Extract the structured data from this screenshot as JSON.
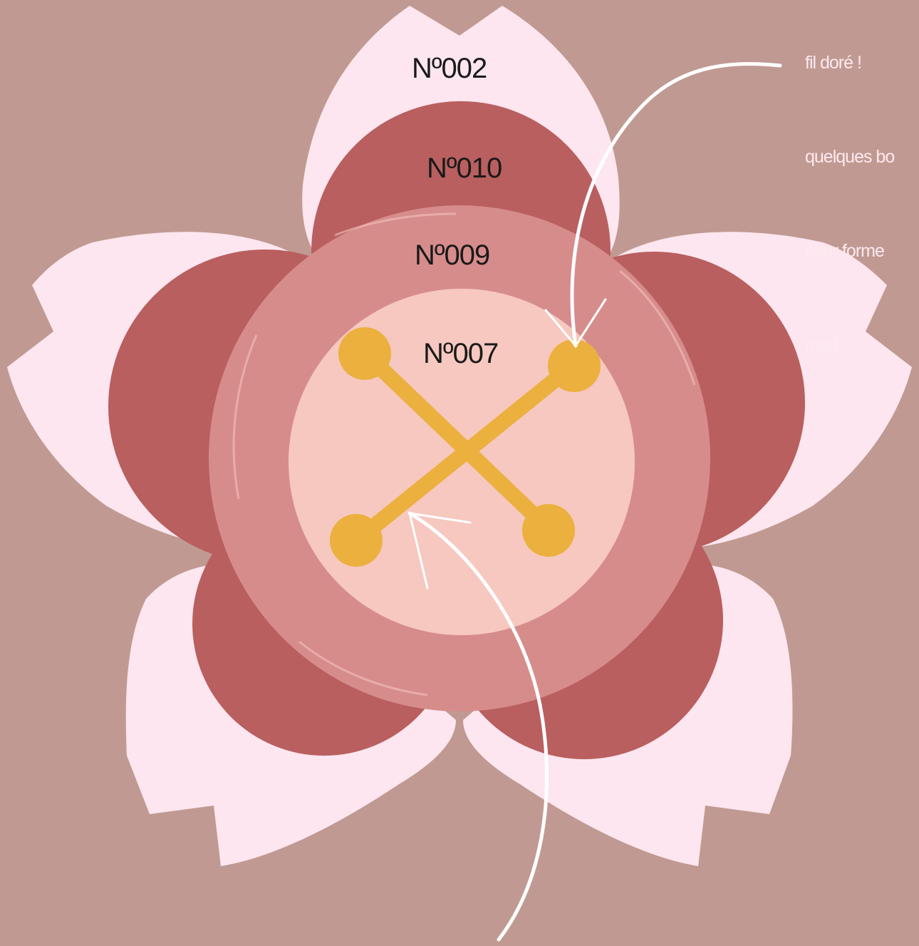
{
  "colors": {
    "background": "#c09a92",
    "outer_petals": "#fde6ef",
    "dark_petals": "#b95f5f",
    "middle_ring": "#d78c8c",
    "center": "#f6c8bf",
    "button_cross": "#ebb03e",
    "arrows": "#ffffff",
    "note_text": "#ffe9f0"
  },
  "layers": {
    "outer_petals": "Nº002",
    "inner_petals": "Nº010",
    "ring": "Nº009",
    "center": "Nº007"
  },
  "note_lines": [
    "fil doré ! ",
    "quelques bo",
    "pour forme",
    "rond."
  ],
  "icons": [
    "flower-petal",
    "cross-stitch",
    "curved-arrow"
  ]
}
